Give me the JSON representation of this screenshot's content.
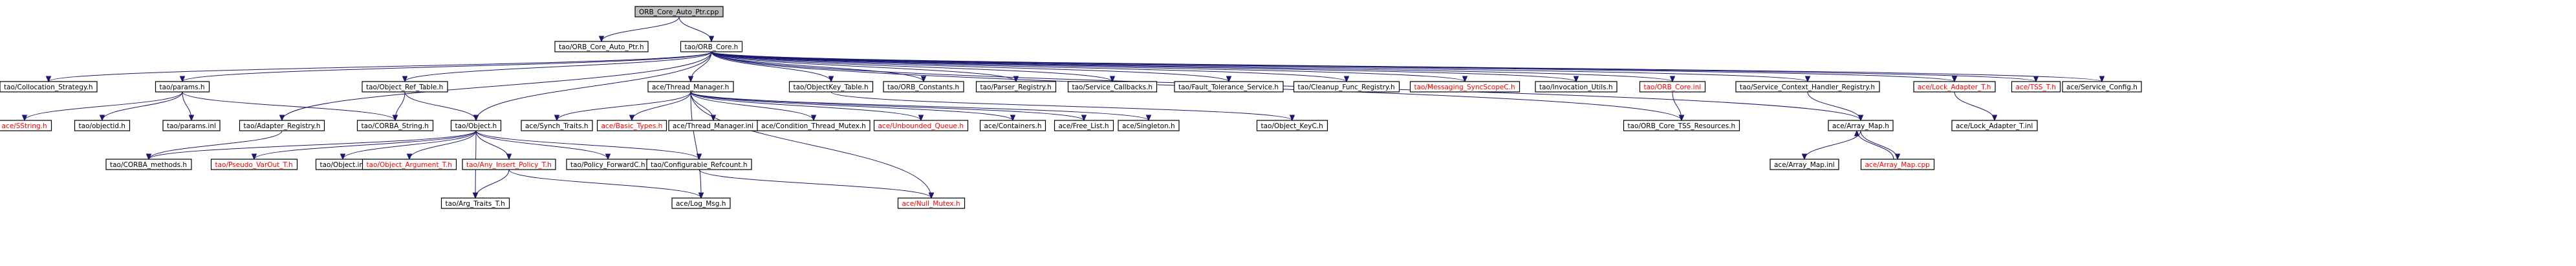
{
  "diagram": {
    "nodes": [
      {
        "id": "root",
        "label": "ORB_Core_Auto_Ptr.cpp",
        "kind": "root"
      },
      {
        "id": "auto_ptr_h",
        "label": "tao/ORB_Core_Auto_Ptr.h"
      },
      {
        "id": "orb_core_h",
        "label": "tao/ORB_Core.h"
      },
      {
        "id": "collocation",
        "label": "tao/Collocation_Strategy.h"
      },
      {
        "id": "params_h",
        "label": "tao/params.h"
      },
      {
        "id": "obj_ref_table",
        "label": "tao/Object_Ref_Table.h"
      },
      {
        "id": "thread_manager",
        "label": "ace/Thread_Manager.h"
      },
      {
        "id": "objectkey_table",
        "label": "tao/ObjectKey_Table.h"
      },
      {
        "id": "orb_constants",
        "label": "tao/ORB_Constants.h"
      },
      {
        "id": "parser_registry",
        "label": "tao/Parser_Registry.h"
      },
      {
        "id": "service_callbacks",
        "label": "tao/Service_Callbacks.h"
      },
      {
        "id": "fault_tolerance",
        "label": "tao/Fault_Tolerance_Service.h"
      },
      {
        "id": "cleanup_func",
        "label": "tao/Cleanup_Func_Registry.h"
      },
      {
        "id": "messaging_sync",
        "label": "tao/Messaging_SyncScopeC.h",
        "kind": "missing"
      },
      {
        "id": "invocation_utils",
        "label": "tao/Invocation_Utils.h"
      },
      {
        "id": "orb_core_inl",
        "label": "tao/ORB_Core.inl",
        "kind": "missing"
      },
      {
        "id": "service_ctx",
        "label": "tao/Service_Context_Handler_Registry.h"
      },
      {
        "id": "lock_adapter_h",
        "label": "ace/Lock_Adapter_T.h",
        "kind": "missing"
      },
      {
        "id": "tss_h",
        "label": "ace/TSS_T.h",
        "kind": "missing"
      },
      {
        "id": "service_config",
        "label": "ace/Service_Config.h"
      },
      {
        "id": "sstring",
        "label": "ace/SString.h",
        "kind": "missing"
      },
      {
        "id": "objectid",
        "label": "tao/objectid.h"
      },
      {
        "id": "params_inl",
        "label": "tao/params.inl"
      },
      {
        "id": "adapter_registry",
        "label": "tao/Adapter_Registry.h"
      },
      {
        "id": "corba_string",
        "label": "tao/CORBA_String.h"
      },
      {
        "id": "object_h",
        "label": "tao/Object.h"
      },
      {
        "id": "synch_traits",
        "label": "ace/Synch_Traits.h"
      },
      {
        "id": "basic_types",
        "label": "ace/Basic_Types.h",
        "kind": "missing"
      },
      {
        "id": "thread_manager_inl",
        "label": "ace/Thread_Manager.inl"
      },
      {
        "id": "condition_mutex",
        "label": "ace/Condition_Thread_Mutex.h"
      },
      {
        "id": "unbounded_queue",
        "label": "ace/Unbounded_Queue.h",
        "kind": "missing"
      },
      {
        "id": "containers",
        "label": "ace/Containers.h"
      },
      {
        "id": "free_list",
        "label": "ace/Free_List.h"
      },
      {
        "id": "singleton",
        "label": "ace/Singleton.h"
      },
      {
        "id": "object_keyc",
        "label": "tao/Object_KeyC.h"
      },
      {
        "id": "tss_resources",
        "label": "tao/ORB_Core_TSS_Resources.h"
      },
      {
        "id": "array_map_h",
        "label": "ace/Array_Map.h"
      },
      {
        "id": "lock_adapter_inl",
        "label": "ace/Lock_Adapter_T.inl"
      },
      {
        "id": "corba_methods",
        "label": "tao/CORBA_methods.h"
      },
      {
        "id": "pseudo_varout",
        "label": "tao/Pseudo_VarOut_T.h",
        "kind": "missing"
      },
      {
        "id": "object_inl",
        "label": "tao/Object.inl"
      },
      {
        "id": "object_argument",
        "label": "tao/Object_Argument_T.h",
        "kind": "missing"
      },
      {
        "id": "any_insert_policy",
        "label": "tao/Any_Insert_Policy_T.h",
        "kind": "missing"
      },
      {
        "id": "policy_forwardc",
        "label": "tao/Policy_ForwardC.h"
      },
      {
        "id": "configurable_refcount",
        "label": "tao/Configurable_Refcount.h"
      },
      {
        "id": "arg_traits",
        "label": "tao/Arg_Traits_T.h"
      },
      {
        "id": "log_msg",
        "label": "ace/Log_Msg.h"
      },
      {
        "id": "null_mutex",
        "label": "ace/Null_Mutex.h",
        "kind": "missing"
      },
      {
        "id": "array_map_inl",
        "label": "ace/Array_Map.inl"
      },
      {
        "id": "array_map_cpp",
        "label": "ace/Array_Map.cpp",
        "kind": "missing"
      }
    ],
    "edges": [
      [
        "root",
        "auto_ptr_h"
      ],
      [
        "root",
        "orb_core_h"
      ],
      [
        "orb_core_h",
        "collocation"
      ],
      [
        "orb_core_h",
        "params_h"
      ],
      [
        "orb_core_h",
        "obj_ref_table"
      ],
      [
        "orb_core_h",
        "thread_manager"
      ],
      [
        "orb_core_h",
        "objectkey_table"
      ],
      [
        "orb_core_h",
        "orb_constants"
      ],
      [
        "orb_core_h",
        "parser_registry"
      ],
      [
        "orb_core_h",
        "service_callbacks"
      ],
      [
        "orb_core_h",
        "fault_tolerance"
      ],
      [
        "orb_core_h",
        "cleanup_func"
      ],
      [
        "orb_core_h",
        "messaging_sync"
      ],
      [
        "orb_core_h",
        "invocation_utils"
      ],
      [
        "orb_core_h",
        "orb_core_inl"
      ],
      [
        "orb_core_h",
        "service_ctx"
      ],
      [
        "orb_core_h",
        "lock_adapter_h"
      ],
      [
        "orb_core_h",
        "tss_h"
      ],
      [
        "orb_core_h",
        "service_config"
      ],
      [
        "orb_core_h",
        "adapter_registry"
      ],
      [
        "orb_core_h",
        "object_h"
      ],
      [
        "orb_core_h",
        "tss_resources"
      ],
      [
        "orb_core_h",
        "array_map_h"
      ],
      [
        "params_h",
        "sstring"
      ],
      [
        "params_h",
        "objectid"
      ],
      [
        "params_h",
        "params_inl"
      ],
      [
        "params_h",
        "corba_string"
      ],
      [
        "obj_ref_table",
        "object_h"
      ],
      [
        "obj_ref_table",
        "corba_string"
      ],
      [
        "thread_manager",
        "synch_traits"
      ],
      [
        "thread_manager",
        "basic_types"
      ],
      [
        "thread_manager",
        "thread_manager_inl"
      ],
      [
        "thread_manager",
        "condition_mutex"
      ],
      [
        "thread_manager",
        "unbounded_queue"
      ],
      [
        "thread_manager",
        "containers"
      ],
      [
        "thread_manager",
        "free_list"
      ],
      [
        "thread_manager",
        "singleton"
      ],
      [
        "thread_manager",
        "log_msg"
      ],
      [
        "thread_manager",
        "null_mutex"
      ],
      [
        "objectkey_table",
        "object_keyc"
      ],
      [
        "orb_core_inl",
        "tss_resources"
      ],
      [
        "service_ctx",
        "array_map_h"
      ],
      [
        "lock_adapter_h",
        "lock_adapter_inl"
      ],
      [
        "adapter_registry",
        "corba_methods"
      ],
      [
        "object_h",
        "corba_methods"
      ],
      [
        "object_h",
        "pseudo_varout"
      ],
      [
        "object_h",
        "object_inl"
      ],
      [
        "object_h",
        "object_argument"
      ],
      [
        "object_h",
        "any_insert_policy"
      ],
      [
        "object_h",
        "policy_forwardc"
      ],
      [
        "object_h",
        "configurable_refcount"
      ],
      [
        "object_h",
        "arg_traits"
      ],
      [
        "any_insert_policy",
        "arg_traits"
      ],
      [
        "any_insert_policy",
        "log_msg"
      ],
      [
        "configurable_refcount",
        "null_mutex"
      ],
      [
        "array_map_h",
        "array_map_inl"
      ],
      [
        "array_map_h",
        "array_map_cpp"
      ],
      [
        "array_map_cpp",
        "array_map_h"
      ]
    ]
  }
}
